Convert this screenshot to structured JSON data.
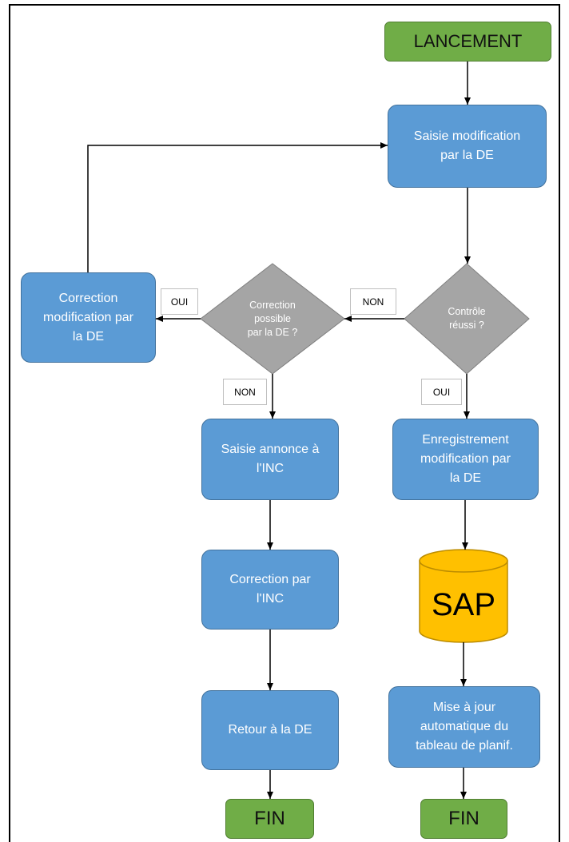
{
  "nodes": {
    "start": "LANCEMENT",
    "saisie": "Saisie modification\npar la DE",
    "controle": "Contrôle\nréussi ?",
    "possible": "Correction\npossible\npar la DE ?",
    "correction_de": "Correction\nmodification par\nla DE",
    "saisie_inc": "Saisie annonce à\nl'INC",
    "correction_inc": "Correction par\nl'INC",
    "retour": "Retour à la DE",
    "fin_left": "FIN",
    "enregistrement": "Enregistrement\nmodification par\nla DE",
    "sap": "SAP",
    "maj": "Mise à jour\nautomatique du\ntableau de planif.",
    "fin_right": "FIN"
  },
  "edge_labels": {
    "oui_left": "OUI",
    "non_top": "NON",
    "non_bottom": "NON",
    "oui_right": "OUI"
  },
  "colors": {
    "process": "#5b9bd5",
    "terminal": "#70ad47",
    "decision": "#a5a5a5",
    "database": "#ffc000"
  }
}
